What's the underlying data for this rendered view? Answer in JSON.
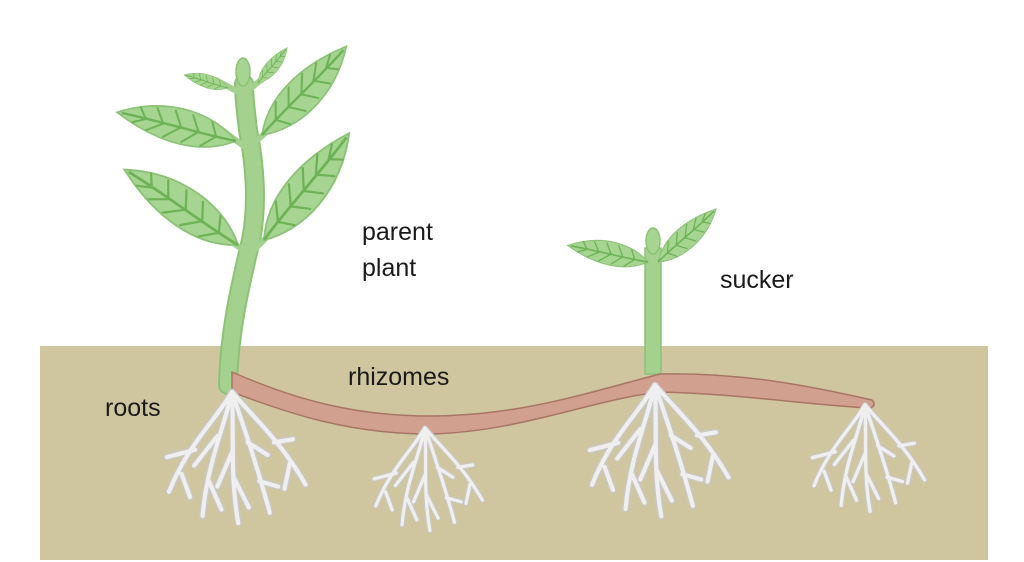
{
  "labels": {
    "parent_line1": "parent",
    "parent_line2": "plant",
    "sucker": "sucker",
    "rhizomes": "rhizomes",
    "roots": "roots"
  },
  "colors": {
    "soil": "#cfc69f",
    "stem": "#a4d18e",
    "leaf": "#a6d592",
    "leaf_edge": "#8cc276",
    "vein": "#6db356",
    "rhizome": "#d1a08e",
    "rhizome_edge": "#a87565",
    "root": "#efefef",
    "root_edge": "#c8c8c8"
  }
}
